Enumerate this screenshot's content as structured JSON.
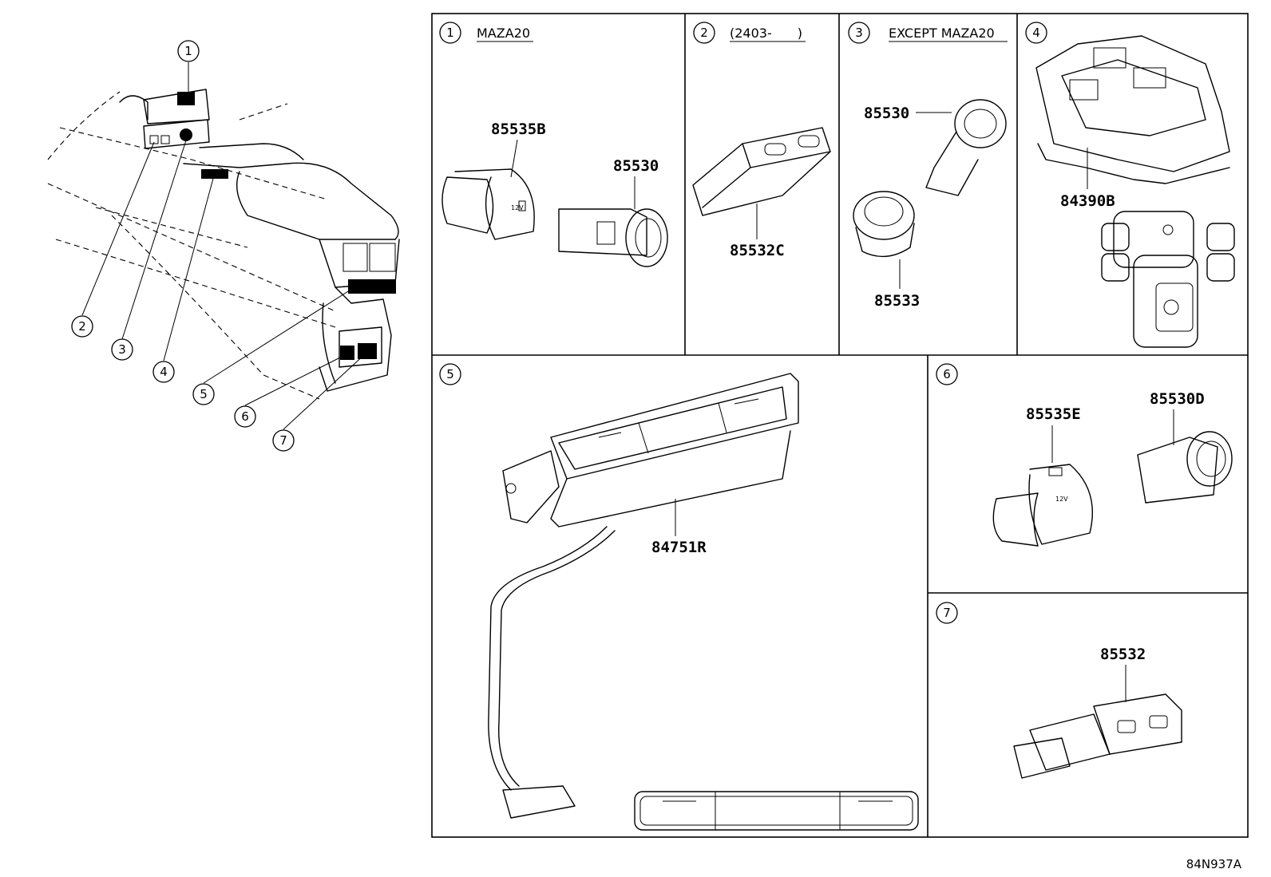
{
  "overview": {
    "callouts": [
      "1",
      "2",
      "3",
      "4",
      "5",
      "6",
      "7"
    ]
  },
  "panels": [
    {
      "num": "1",
      "header": "MAZA20",
      "parts": [
        "85535B",
        "85530"
      ],
      "marking": "12V"
    },
    {
      "num": "2",
      "header": "(2403-　　)",
      "parts": [
        "85532C"
      ]
    },
    {
      "num": "3",
      "header": "EXCEPT MAZA20",
      "parts": [
        "85530",
        "85533"
      ]
    },
    {
      "num": "4",
      "header": "",
      "parts": [
        "84390B"
      ]
    },
    {
      "num": "5",
      "header": "",
      "parts": [
        "84751R"
      ]
    },
    {
      "num": "6",
      "header": "",
      "parts": [
        "85535E",
        "85530D"
      ],
      "marking": "12V"
    },
    {
      "num": "7",
      "header": "",
      "parts": [
        "85532"
      ]
    }
  ],
  "illustration_code": "84N937A"
}
